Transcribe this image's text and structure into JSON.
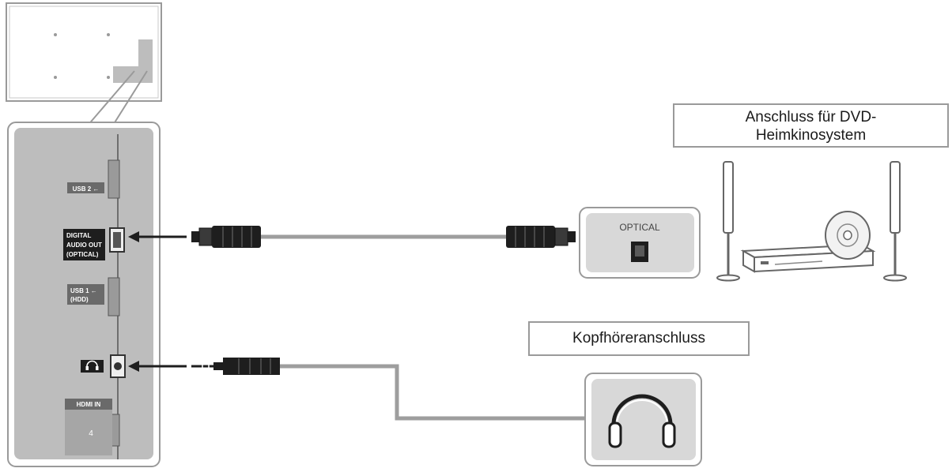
{
  "tv_panel": {
    "usb2_label": "USB 2 ←",
    "digital_audio_lines": [
      "DIGITAL",
      "AUDIO OUT",
      "(OPTICAL)"
    ],
    "usb1_lines": [
      "USB 1 ←",
      "(HDD)"
    ],
    "hdmi_label": "HDMI IN",
    "hdmi_number": "4"
  },
  "optical_port": {
    "label": "OPTICAL"
  },
  "callouts": {
    "dvd_line1": "Anschluss für DVD-",
    "dvd_line2": "Heimkinosystem",
    "headphone": "Kopfhöreranschluss"
  },
  "colors": {
    "panel_gray": "#bdbdbd",
    "cable_gray": "#9e9e9e",
    "connector_black": "#1e1e1e",
    "callout_border": "#9a9a9a"
  }
}
